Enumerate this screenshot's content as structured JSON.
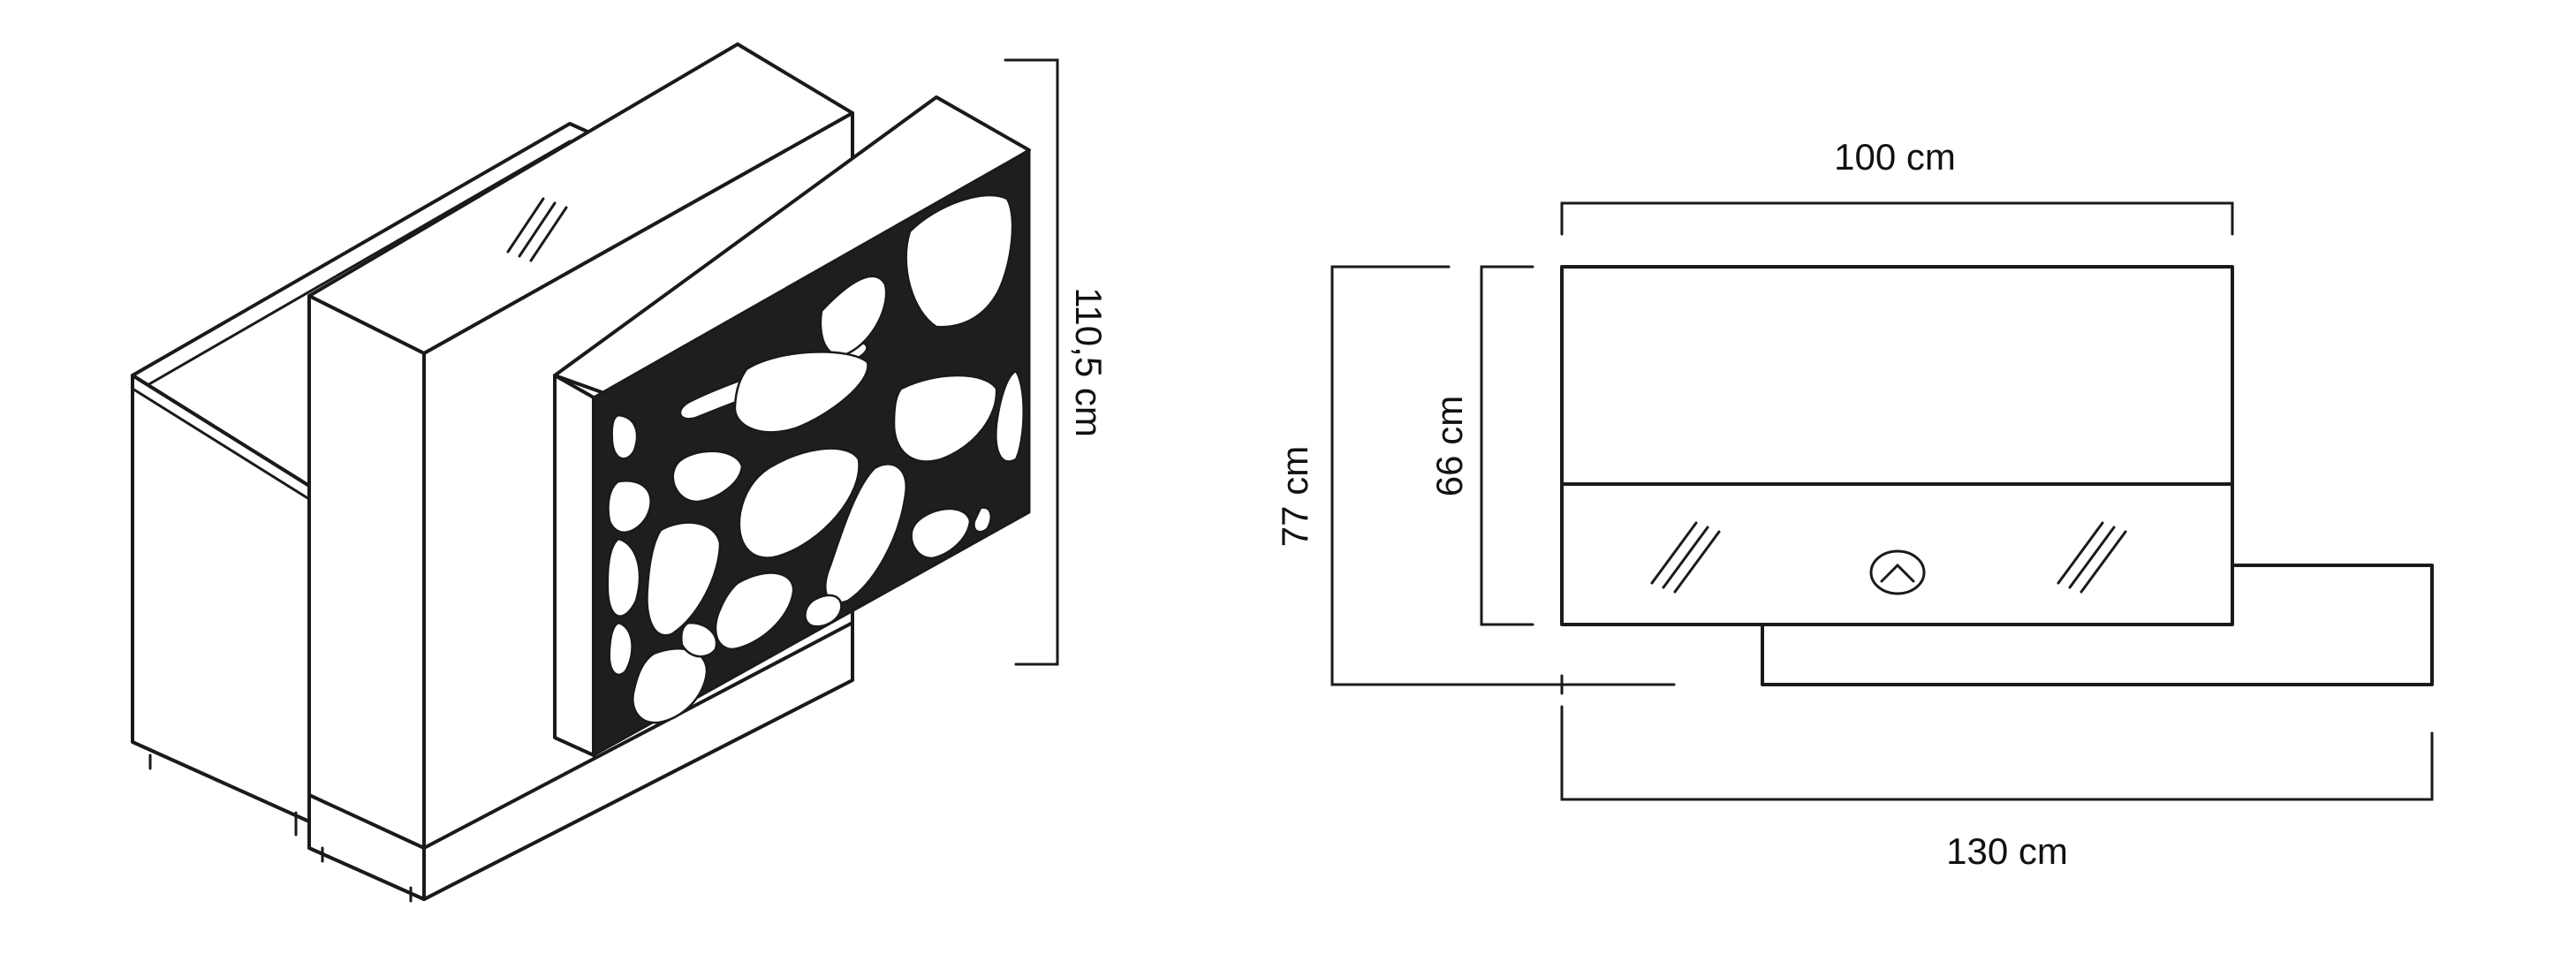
{
  "dimensions": {
    "height_total": "110,5 cm",
    "width_top": "100 cm",
    "width_total": "130 cm",
    "depth_total": "77 cm",
    "depth_top": "66 cm"
  },
  "colors": {
    "line": "#1a1a1a",
    "background": "#ffffff"
  }
}
